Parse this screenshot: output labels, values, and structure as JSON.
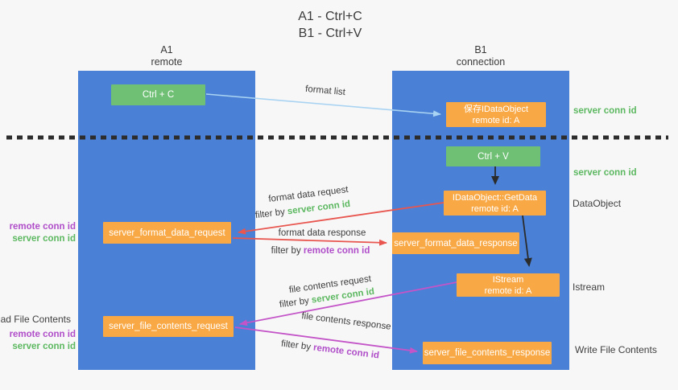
{
  "title": {
    "line1": "A1 - Ctrl+C",
    "line2": "B1 - Ctrl+V"
  },
  "lanes": {
    "left": {
      "name": "A1",
      "role": "remote"
    },
    "right": {
      "name": "B1",
      "role": "connection"
    }
  },
  "boxes": {
    "ctrl_c": {
      "label": "Ctrl + C"
    },
    "ctrl_v": {
      "label": "Ctrl + V"
    },
    "save_dataobject": {
      "line1": "保存IDataObject",
      "line2": "remote id: A"
    },
    "getdata": {
      "line1": "IDataObject::GetData",
      "line2": "remote id: A"
    },
    "istream": {
      "line1": "IStream",
      "line2": "remote id: A"
    },
    "format_request": {
      "label": "server_format_data_request"
    },
    "format_response": {
      "label": "server_format_data_response"
    },
    "file_request": {
      "label": "server_file_contents_request"
    },
    "file_response": {
      "label": "server_file_contents_response"
    }
  },
  "flow_labels": {
    "format_list": "format list",
    "format_data_request": "format data request",
    "format_data_response": "format data response",
    "file_contents_request": "file contents request",
    "file_contents_response": "file contents response",
    "filter_by": "filter by",
    "server_conn_id": "server conn id",
    "remote_conn_id": "remote conn id"
  },
  "side_labels": {
    "server_conn_id": "server conn id",
    "remote_conn_id": "remote conn id",
    "dataobject": "DataObject",
    "istream": "Istream",
    "read_file_contents": "Read File Contents",
    "write_file_contents": "Write File Contents"
  },
  "colors": {
    "lane_blue": "#4a80d5",
    "action_green": "#6fbf74",
    "message_orange": "#f8a845",
    "request_red": "#e8564f",
    "response_magenta": "#c455c8",
    "format_list_blue": "#a9d3f2",
    "conn_green_text": "#5cb860",
    "conn_purple_text": "#b04ec9"
  }
}
